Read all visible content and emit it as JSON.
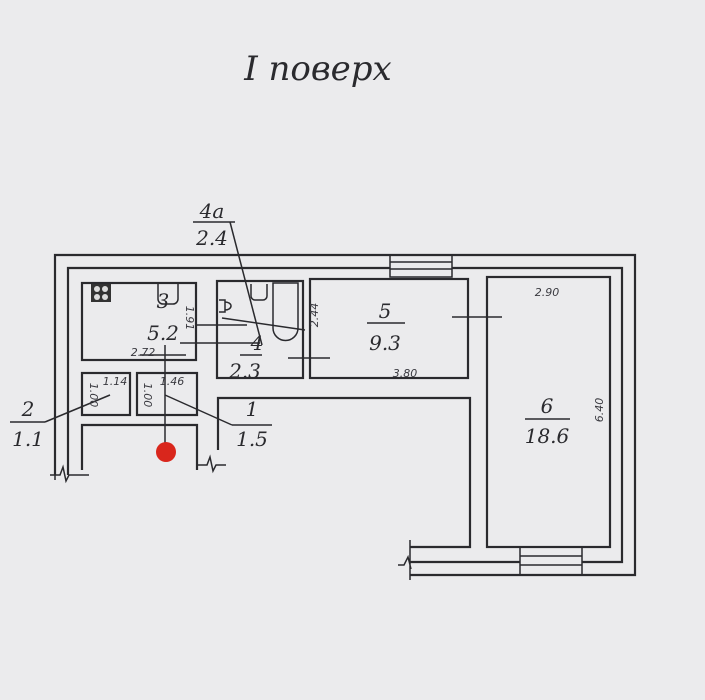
{
  "title": "I поверх",
  "rooms": [
    {
      "number": "1",
      "area": "1.5"
    },
    {
      "number": "2",
      "area": "1.1"
    },
    {
      "number": "3",
      "area": "5.2"
    },
    {
      "number": "4",
      "area": "2.3"
    },
    {
      "number": "4a",
      "area": "2.4"
    },
    {
      "number": "5",
      "area": "9.3"
    },
    {
      "number": "6",
      "area": "18.6"
    }
  ],
  "dimensions": {
    "room3_height": "1.91",
    "room3_width": "2.72",
    "room5_height": "2.44",
    "room5_width": "3.80",
    "room6_width": "2.90",
    "room6_height": "6.40",
    "room2_width": "1.14",
    "room2_height": "1.00",
    "room1_width": "1.46",
    "room1_height": "1.00"
  },
  "colors": {
    "marker": "#d9261c",
    "ink": "#2a2a2e",
    "paper": "#ebebed"
  }
}
